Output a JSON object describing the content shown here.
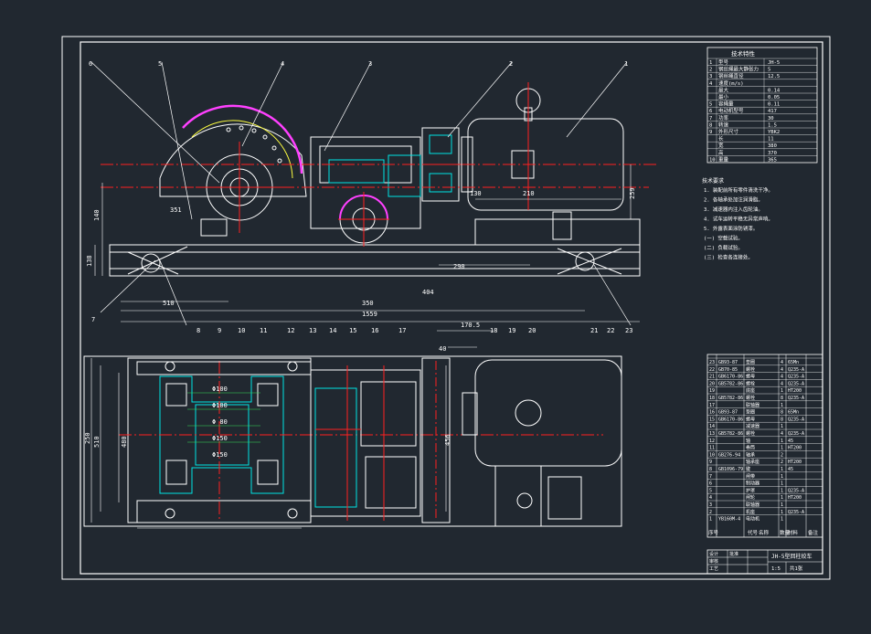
{
  "colors": {
    "background": "#212830",
    "line": "#ffffff",
    "center": "#ff2020",
    "hatch": "#00e5e5",
    "accent": "#ff40ff",
    "green": "#35e05a",
    "yellow": "#ffff40"
  },
  "callouts_top": [
    "6",
    "5",
    "4",
    "3",
    "2",
    "1"
  ],
  "callouts_bottom": [
    "7",
    "8",
    "9",
    "10",
    "11",
    "12",
    "13",
    "14",
    "15",
    "16",
    "17",
    "18",
    "19",
    "20",
    "21",
    "22",
    "23"
  ],
  "dims": {
    "d140": "140",
    "d138": "138",
    "d351": "351",
    "d210": "210",
    "d130": "130",
    "d259": "259",
    "d510": "510",
    "d404": "404",
    "d350": "350",
    "d1559": "1559",
    "d1705": "170.5",
    "d40": "40",
    "d480": "480",
    "d456": "456",
    "d250": "250",
    "d510b": "510",
    "d290": "290",
    "f1": "Φ100",
    "f2": "Φ100",
    "f3": "Φ 80",
    "f4": "Φ150",
    "f5": "Φ150"
  },
  "tech_table": {
    "title": "技术特性",
    "rows": [
      [
        "1",
        "型号",
        "JH-5"
      ],
      [
        "2",
        "钢丝绳最大静张力",
        "5"
      ],
      [
        "3",
        "钢丝绳直径",
        "12.5"
      ],
      [
        "4",
        "速度(m/s)",
        ""
      ],
      [
        "",
        "最大",
        "0.14"
      ],
      [
        "",
        "最小",
        "0.05"
      ],
      [
        "5",
        "容绳量",
        "0.11"
      ],
      [
        "6",
        "电动机型号",
        "417"
      ],
      [
        "7",
        "功率",
        "30"
      ],
      [
        "8",
        "转速",
        "1.5"
      ],
      [
        "9",
        "外形尺寸",
        "YBK2"
      ],
      [
        "",
        "长",
        "11"
      ],
      [
        "",
        "宽",
        "380"
      ],
      [
        "",
        "高",
        "370"
      ],
      [
        "10",
        "重量",
        "365"
      ]
    ]
  },
  "tech_notes": {
    "title": "技术要求",
    "lines": [
      "1. 装配前所有零件清洗干净。",
      "2. 各轴承处加注润滑脂。",
      "3. 减速器内注入齿轮油。",
      "4. 试车运转平稳无异常声响。",
      "5. 外露表面涂防锈漆。",
      "(一) 空载试验。",
      "(二) 负载试验。",
      "(三) 检查各连接处。"
    ]
  },
  "parts": {
    "rows": [
      [
        "23",
        "GB93-87",
        "垫圈",
        "4",
        "65Mn"
      ],
      [
        "22",
        "GB70-85",
        "螺栓",
        "4",
        "Q235-A"
      ],
      [
        "21",
        "GB6170-86",
        "螺母",
        "4",
        "Q235-A"
      ],
      [
        "20",
        "GB5782-86",
        "螺栓",
        "4",
        "Q235-A"
      ],
      [
        "19",
        "",
        "底座",
        "1",
        "HT200"
      ],
      [
        "18",
        "GB5782-86",
        "螺栓",
        "8",
        "Q235-A"
      ],
      [
        "17",
        "",
        "联轴器",
        "1",
        ""
      ],
      [
        "16",
        "GB93-87",
        "垫圈",
        "8",
        "65Mn"
      ],
      [
        "15",
        "GB6170-86",
        "螺母",
        "8",
        "Q235-A"
      ],
      [
        "14",
        "",
        "减速器",
        "1",
        ""
      ],
      [
        "13",
        "GB5782-86",
        "螺栓",
        "4",
        "Q235-A"
      ],
      [
        "12",
        "",
        "轴",
        "1",
        "45"
      ],
      [
        "11",
        "",
        "卷筒",
        "1",
        "HT200"
      ],
      [
        "10",
        "GB276-94",
        "轴承",
        "2",
        ""
      ],
      [
        "9",
        "",
        "轴承座",
        "2",
        "HT200"
      ],
      [
        "8",
        "GB1096-79",
        "键",
        "1",
        "45"
      ],
      [
        "7",
        "",
        "闸带",
        "1",
        ""
      ],
      [
        "6",
        "",
        "制动器",
        "1",
        ""
      ],
      [
        "5",
        "",
        "护罩",
        "1",
        "Q235-A"
      ],
      [
        "4",
        "",
        "闸轮",
        "1",
        "HT200"
      ],
      [
        "3",
        "",
        "联轴器",
        "1",
        ""
      ],
      [
        "2",
        "",
        "机座",
        "1",
        "Q235-A"
      ],
      [
        "1",
        "YB160M-4",
        "电动机",
        "1",
        ""
      ]
    ],
    "header": [
      "序号",
      "代号",
      "名称",
      "数量",
      "材料",
      "备注"
    ]
  },
  "title_block": {
    "name": "JH-5型回柱绞车",
    "cells": [
      "设计",
      "审核",
      "工艺",
      "批准"
    ],
    "scale": "1:5",
    "sheet": "共1张"
  }
}
